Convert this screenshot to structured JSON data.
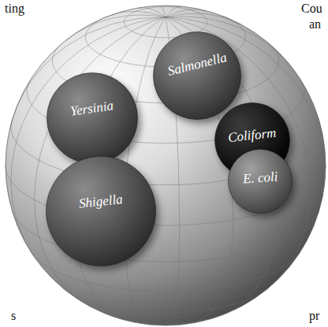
{
  "diagram": {
    "nodes": [
      {
        "text": [
          "Yersinia"
        ]
      },
      {
        "text": [
          "Salmonella"
        ]
      },
      {
        "text": [
          "Coliform"
        ]
      },
      {
        "text": [
          "E. coli"
        ]
      },
      {
        "text": [
          "Shigella"
        ]
      }
    ],
    "labels": [
      "ting",
      "Cou",
      "an",
      "pr",
      "s"
    ]
  }
}
